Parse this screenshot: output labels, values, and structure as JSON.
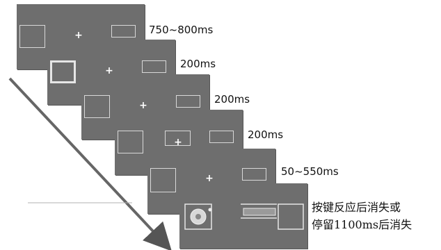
{
  "frames": [
    {
      "duration": "750~800ms"
    },
    {
      "duration": "200ms"
    },
    {
      "duration": "200ms"
    },
    {
      "duration": "200ms"
    },
    {
      "duration": "50~550ms"
    }
  ],
  "final_frame": {
    "caption_line1": "按键反应后消失或",
    "caption_line2": "停留1100ms后消失"
  },
  "fixation_symbol": "+",
  "colors": {
    "screen_bg": "#6e6e6e",
    "box_outline": "#d9d9d9",
    "page_bg": "#ffffff"
  }
}
